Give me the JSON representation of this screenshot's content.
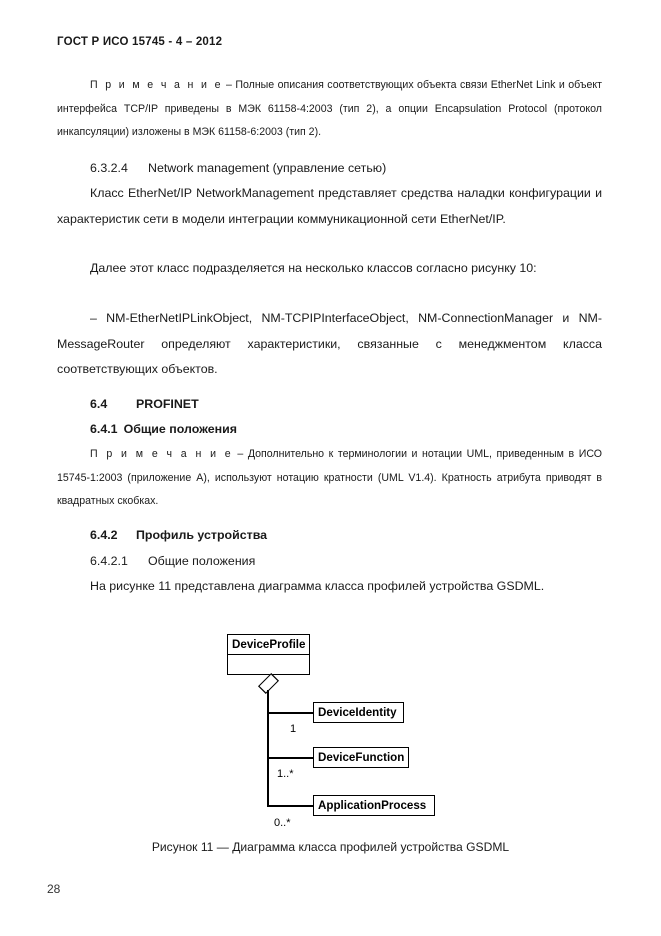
{
  "document": {
    "header": "ГОСТ Р ИСО 15745 - 4 – 2012",
    "page_number": "28"
  },
  "note1": {
    "lead": "П р и м е ч а н и е",
    "text": " – Полные описания соответствующих объекта связи EtherNet Link и объект интерфейса TCP/IP приведены в МЭК 61158-4:2003 (тип 2), а опции Encapsulation Protocol (протокол инкапсуляции) изложены в МЭК 61158-6:2003 (тип 2)."
  },
  "section_6324": {
    "number": "6.3.2.4",
    "title": "Network management (управление сетью)",
    "body": "Класс EtherNet/IP NetworkManagement представляет средства наладки конфигурации и характеристик сети в модели интеграции коммуникационной сети EtherNet/IP.",
    "body2": "Далее этот класс подразделяется на несколько классов согласно рисунку 10:",
    "list_item": "–   NM-EtherNetIPLinkObject, NM-TCPIPInterfaceObject, NM-ConnectionManager и NM-MessageRouter определяют характеристики, связанные с менеджментом класса соответствующих объектов."
  },
  "section_64": {
    "number": "6.4",
    "title": "PROFINET"
  },
  "section_641": {
    "number": "6.4.1",
    "title": "Общие положения"
  },
  "note2": {
    "lead": "П р и м е ч а н и е",
    "text": " – Дополнительно к терминологии и нотации UML, приведенным в ИСО 15745-1:2003 (приложение А), используют нотацию кратности (UML V1.4). Кратность атрибута приводят в квадратных скобках."
  },
  "section_642": {
    "number": "6.4.2",
    "title": "Профиль устройства"
  },
  "section_6421": {
    "number": "6.4.2.1",
    "title": "Общие положения",
    "body": "На рисунке 11 представлена диаграмма класса профилей устройства GSDML."
  },
  "diagram": {
    "root_class": "DeviceProfile",
    "children": [
      {
        "name": "DeviceIdentity",
        "multiplicity": "1"
      },
      {
        "name": "DeviceFunction",
        "multiplicity": "1..*"
      },
      {
        "name": "ApplicationProcess",
        "multiplicity": "0..*"
      }
    ],
    "aggregation_symbol": "diamond"
  },
  "figure": {
    "caption": "Рисунок 11 — Диаграмма класса профилей устройства GSDML"
  }
}
